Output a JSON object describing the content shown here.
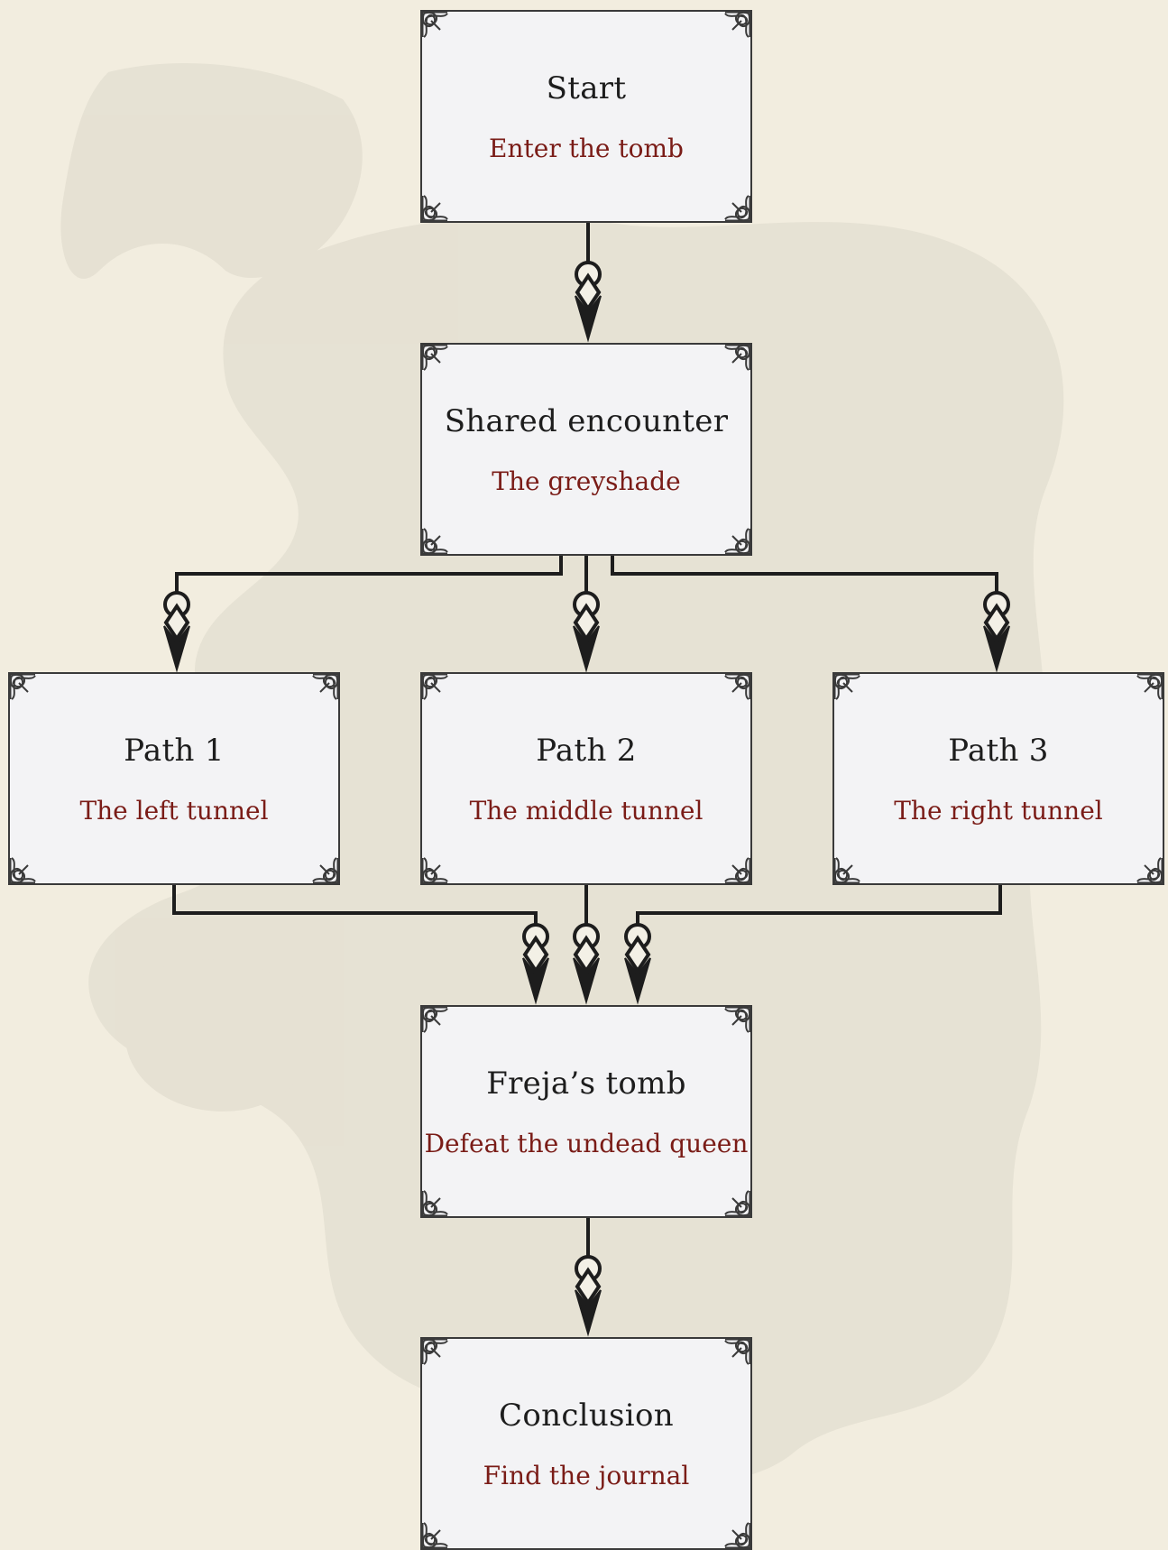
{
  "colors": {
    "background": "#f2eddf",
    "node_fill": "#f3f3f5",
    "node_border": "#3a3a3a",
    "title_text": "#1d1d1d",
    "subtitle_text": "#7a1c17",
    "connector": "#1d1d1d"
  },
  "nodes": [
    {
      "id": "start",
      "title": "Start",
      "subtitle": "Enter the tomb"
    },
    {
      "id": "shared",
      "title": "Shared encounter",
      "subtitle": "The greyshade"
    },
    {
      "id": "path1",
      "title": "Path 1",
      "subtitle": "The left tunnel"
    },
    {
      "id": "path2",
      "title": "Path 2",
      "subtitle": "The middle tunnel"
    },
    {
      "id": "path3",
      "title": "Path 3",
      "subtitle": "The right tunnel"
    },
    {
      "id": "tomb",
      "title": "Freja’s tomb",
      "subtitle": "Defeat the undead queen"
    },
    {
      "id": "conclusion",
      "title": "Conclusion",
      "subtitle": "Find the journal"
    }
  ],
  "edges": [
    {
      "from": "start",
      "to": "shared"
    },
    {
      "from": "shared",
      "to": "path1"
    },
    {
      "from": "shared",
      "to": "path2"
    },
    {
      "from": "shared",
      "to": "path3"
    },
    {
      "from": "path1",
      "to": "tomb"
    },
    {
      "from": "path2",
      "to": "tomb"
    },
    {
      "from": "path3",
      "to": "tomb"
    },
    {
      "from": "tomb",
      "to": "conclusion"
    }
  ],
  "decor": {
    "background_texture": "faded-map-icon",
    "corner_ornament": "knot-corner-icon",
    "arrowhead": "ring-diamond-arrow-icon"
  }
}
